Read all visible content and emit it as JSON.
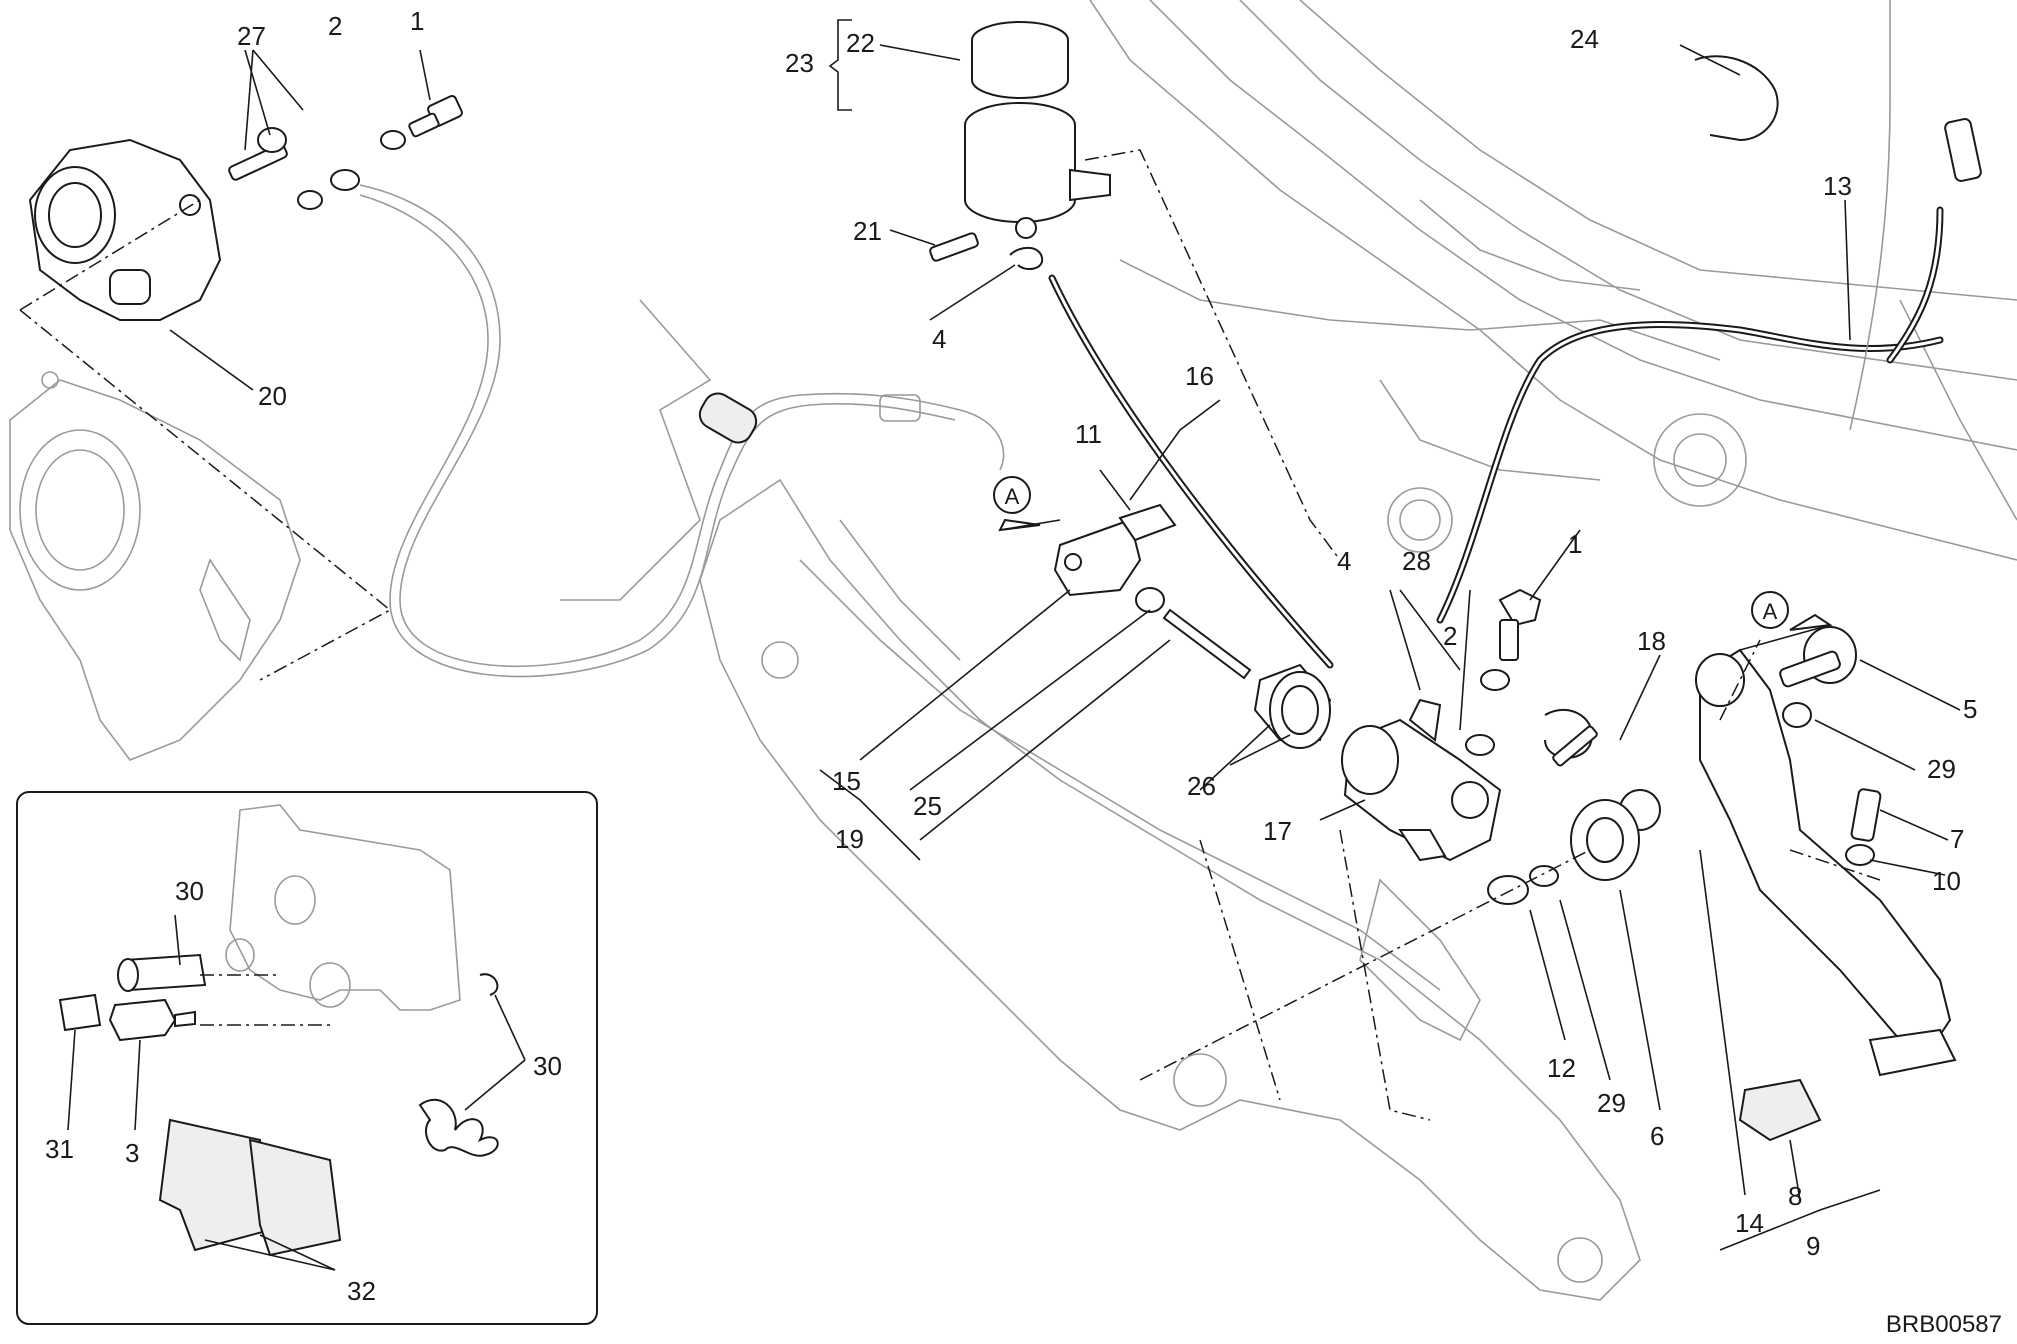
{
  "drawing_code": "BRB00587",
  "callouts": [
    "1",
    "2",
    "3",
    "4",
    "5",
    "6",
    "7",
    "8",
    "9",
    "10",
    "11",
    "12",
    "13",
    "14",
    "15",
    "16",
    "17",
    "18",
    "19",
    "20",
    "21",
    "22",
    "23",
    "24",
    "25",
    "26",
    "27",
    "28",
    "29",
    "30",
    "31",
    "32"
  ],
  "view_marker": "A",
  "colors": {
    "line": "#1a1a1a",
    "ghost": "#9a9a9a",
    "background": "#ffffff"
  }
}
